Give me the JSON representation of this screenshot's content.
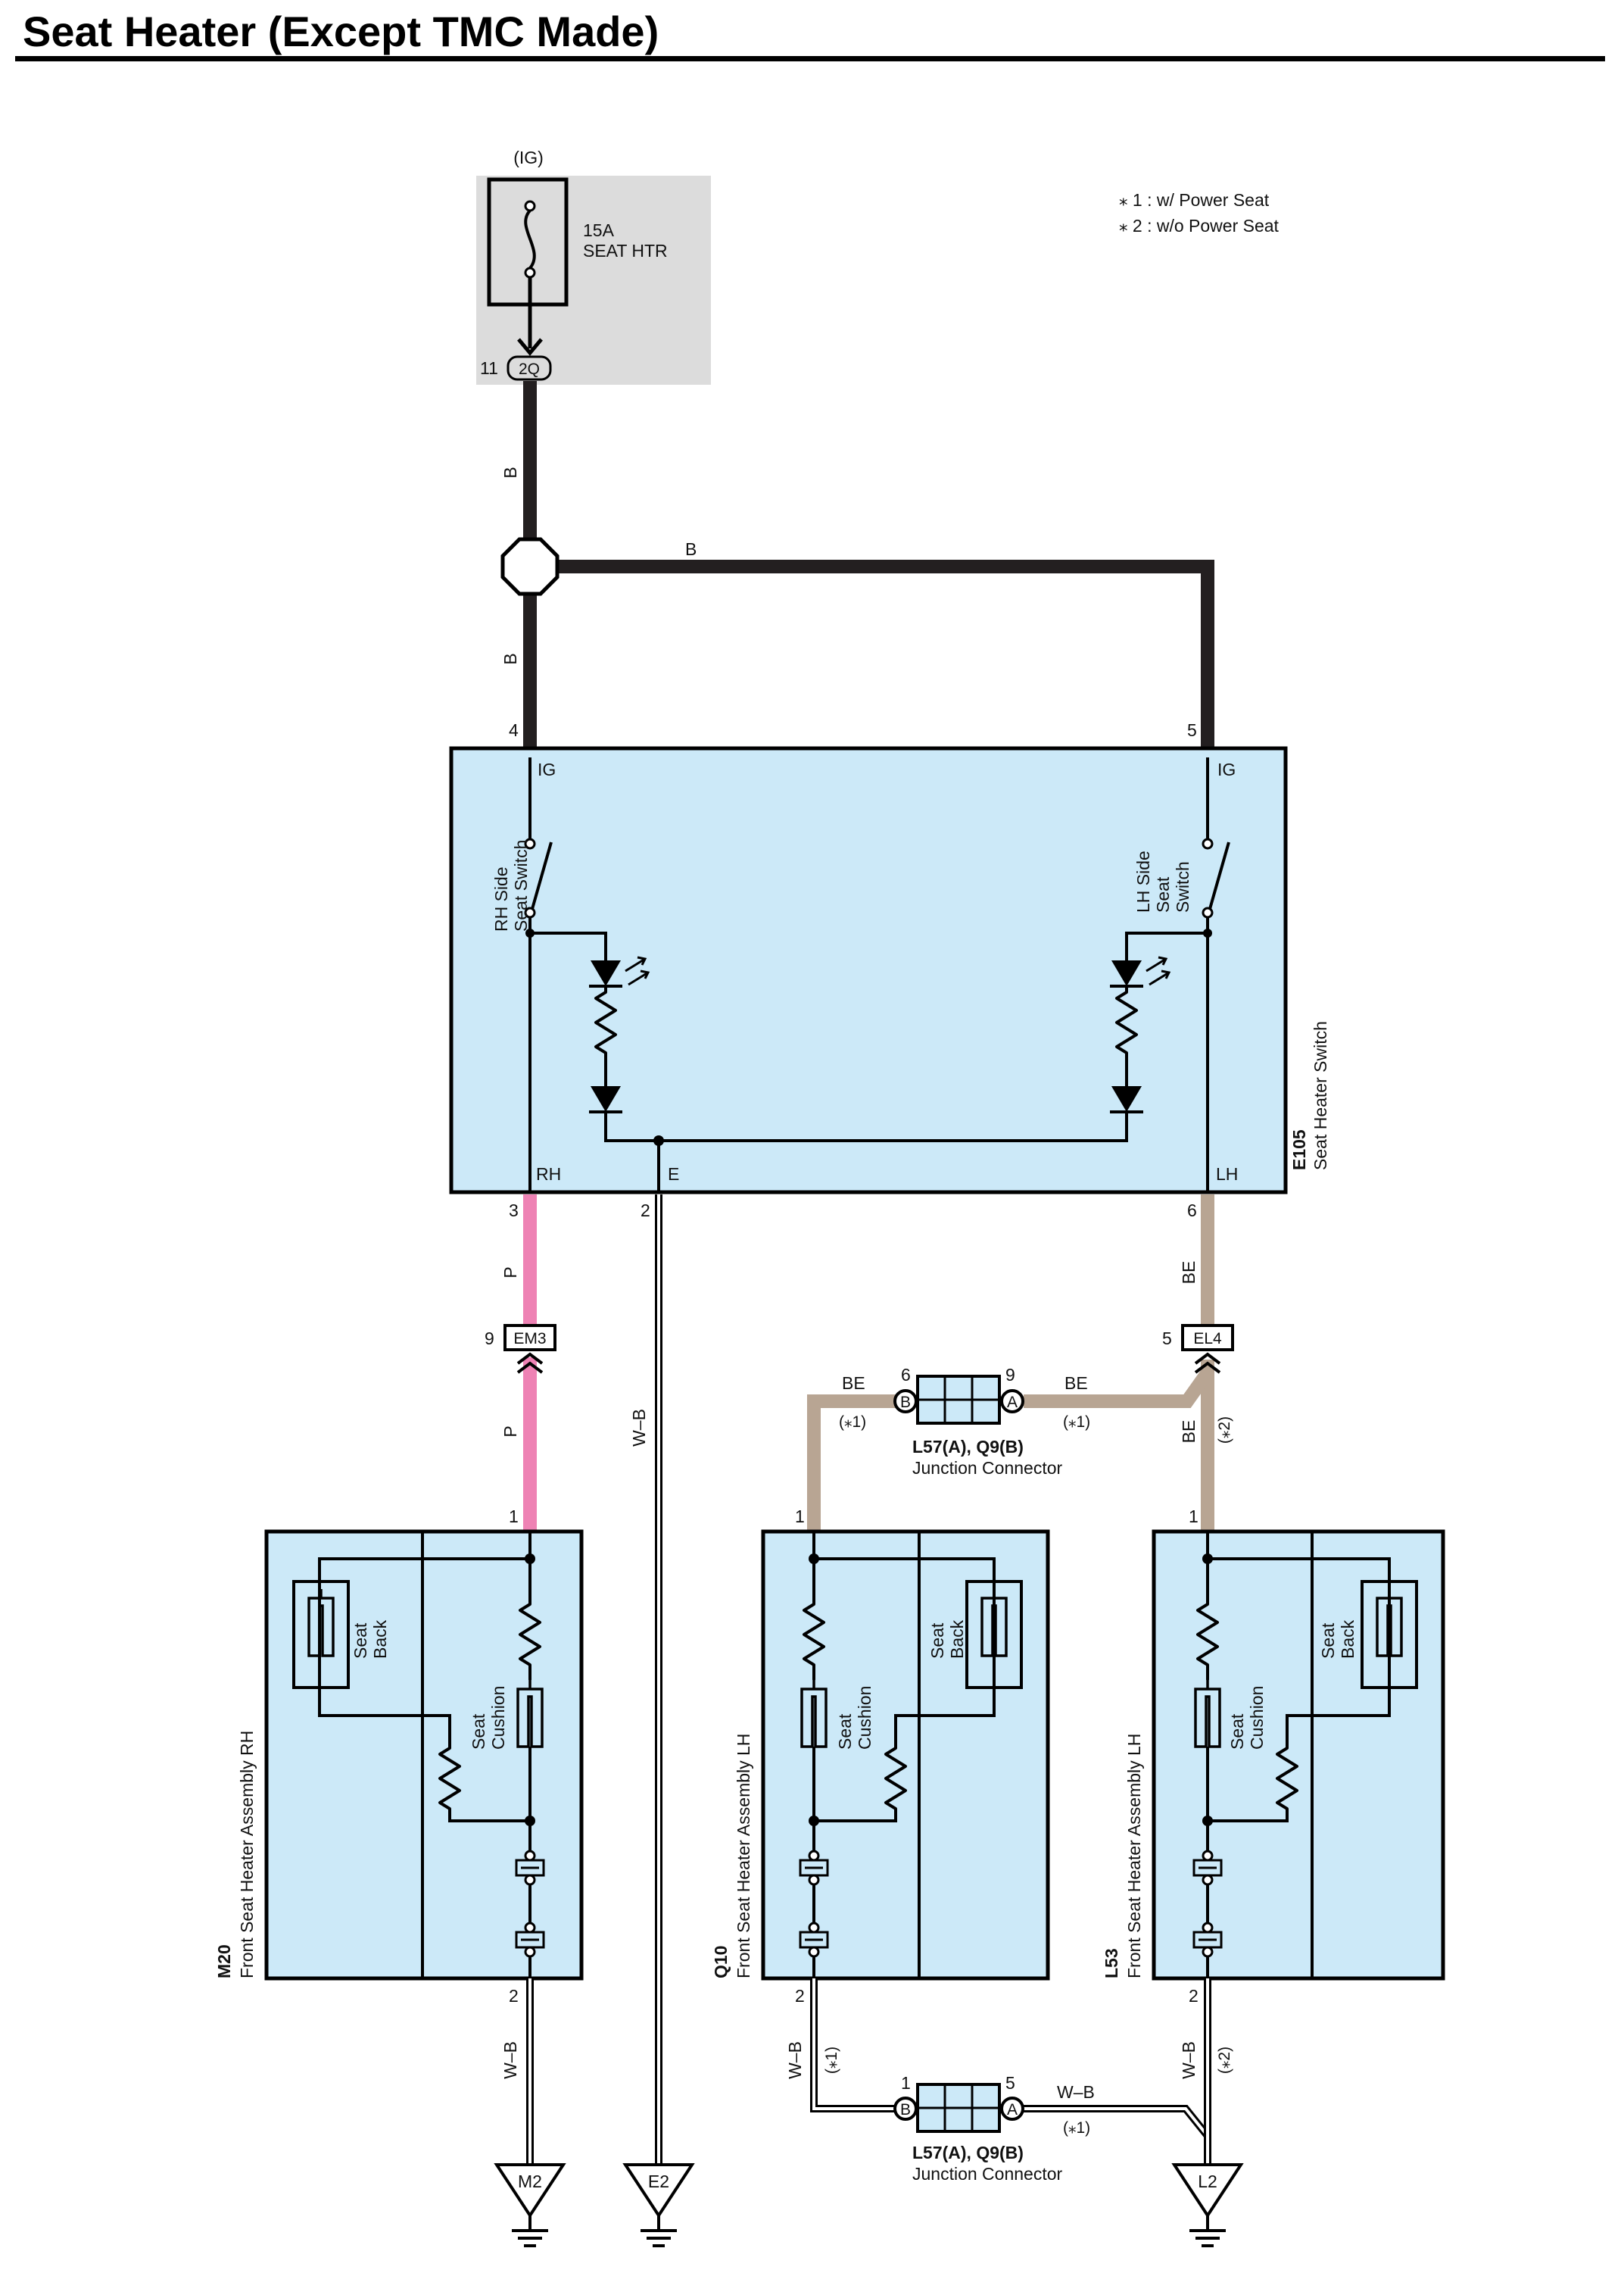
{
  "title": "Seat Heater (Except TMC Made)",
  "colors": {
    "box_fill": "#cce9f8",
    "relay_fill": "#dcdcdc",
    "wire_B": "#231f20",
    "wire_P": "#ee82b4",
    "wire_BE": "#b8a593",
    "wire_WB_outline": "#000000"
  },
  "notes": [
    "⁎ 1 : w/ Power Seat",
    "⁎ 2 : w/o Power Seat"
  ],
  "fuse": {
    "source": "(IG)",
    "rating": "15A",
    "name": "SEAT HTR",
    "pin": "11",
    "connector": "2Q"
  },
  "switch": {
    "code": "E105",
    "name": "Seat Heater Switch",
    "rh_label": "RH Side\nSeat Switch",
    "lh_label": "LH Side\nSeat\nSwitch",
    "terminals": {
      "ig_left": "IG",
      "ig_right": "IG",
      "rh": "RH",
      "e": "E",
      "lh": "LH"
    },
    "pins": {
      "ig_left": "4",
      "ig_right": "5",
      "rh": "3",
      "e": "2",
      "lh": "6"
    }
  },
  "wires": {
    "b1": "B",
    "b2": "B",
    "b3": "B",
    "p1": "P",
    "p2": "P",
    "wb_e": "W–B",
    "be1": "BE",
    "be2": "BE",
    "be3": "BE",
    "be4": "BE",
    "wb_rh": "W–B",
    "wb_q10": "W–B",
    "wb_l53": "W–B",
    "wb_jc": "W–B"
  },
  "connectors": {
    "em3": {
      "code": "EM3",
      "pin": "9"
    },
    "el4": {
      "code": "EL4",
      "pin": "5"
    }
  },
  "junction_top": {
    "name": "L57(A), Q9(B)",
    "desc": "Junction Connector",
    "pin_b": "6",
    "pin_a": "9",
    "side_b": "B",
    "side_a": "A",
    "note_b": "(⁎1)",
    "note_a": "(⁎1)"
  },
  "junction_bottom": {
    "name": "L57(A), Q9(B)",
    "desc": "Junction Connector",
    "pin_b": "1",
    "pin_a": "5",
    "side_b": "B",
    "side_a": "A",
    "note_a": "(⁎1)"
  },
  "notes_wire": {
    "el4_down": "(⁎2)",
    "q10_down": "(⁎1)",
    "l53_down": "(⁎2)"
  },
  "heaters": [
    {
      "code": "M20",
      "name": "Front Seat Heater Assembly RH",
      "pin_top": "1",
      "pin_bottom": "2",
      "back": "Seat\nBack",
      "cushion": "Seat\nCushion"
    },
    {
      "code": "Q10",
      "name": "Front Seat Heater Assembly LH",
      "pin_top": "1",
      "pin_bottom": "2",
      "back": "Seat\nBack",
      "cushion": "Seat\nCushion"
    },
    {
      "code": "L53",
      "name": "Front Seat Heater Assembly LH",
      "pin_top": "1",
      "pin_bottom": "2",
      "back": "Seat\nBack",
      "cushion": "Seat\nCushion"
    }
  ],
  "grounds": [
    "M2",
    "E2",
    "L2"
  ]
}
